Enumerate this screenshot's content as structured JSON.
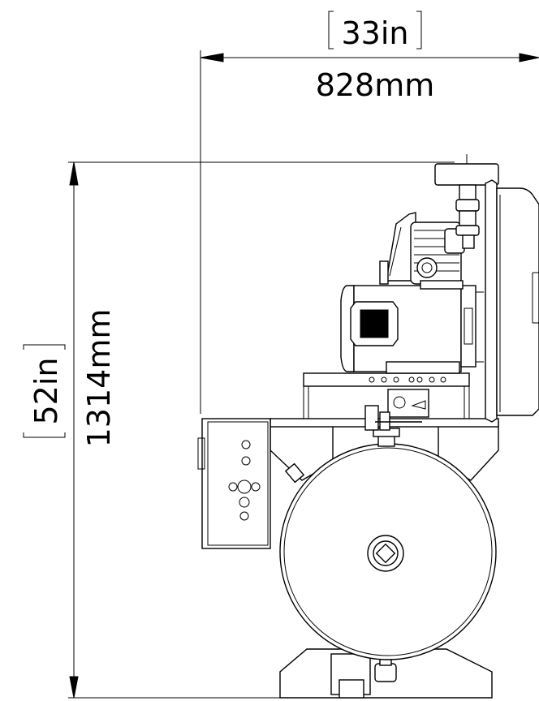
{
  "drawing": {
    "width_dimension": {
      "imperial": "33in",
      "metric": "828mm"
    },
    "height_dimension": {
      "imperial": "52in",
      "metric": "1314mm"
    },
    "colors": {
      "line": "#000000",
      "background": "#ffffff",
      "label_plate": "#000000"
    }
  }
}
